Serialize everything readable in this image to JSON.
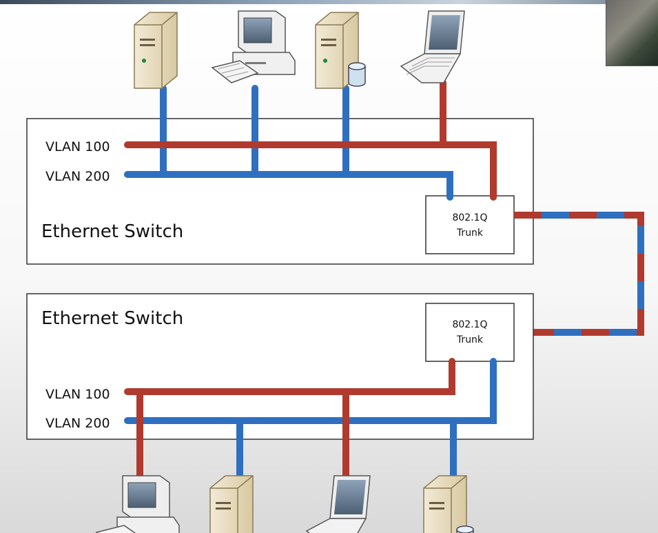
{
  "colors": {
    "vlan100": "#b03a2e",
    "vlan200": "#2f6fbf",
    "switch_border": "#333333",
    "tower": "#e9dfc6",
    "tower_shade": "#c8b893"
  },
  "top_switch": {
    "name": "Ethernet Switch",
    "vlan100_label": "VLAN 100",
    "vlan200_label": "VLAN 200",
    "trunk_label_line1": "802.1Q",
    "trunk_label_line2": "Trunk"
  },
  "bottom_switch": {
    "name": "Ethernet Switch",
    "vlan100_label": "VLAN 100",
    "vlan200_label": "VLAN 200",
    "trunk_label_line1": "802.1Q",
    "trunk_label_line2": "Trunk"
  },
  "devices_top": [
    {
      "icon": "server-tower-icon",
      "vlan": "200"
    },
    {
      "icon": "desktop-computer-icon",
      "vlan": "200"
    },
    {
      "icon": "database-server-icon",
      "vlan": "200"
    },
    {
      "icon": "laptop-icon",
      "vlan": "100"
    }
  ],
  "devices_bottom": [
    {
      "icon": "desktop-computer-icon",
      "vlan": "100"
    },
    {
      "icon": "server-tower-icon",
      "vlan": "200"
    },
    {
      "icon": "laptop-icon",
      "vlan": "100"
    },
    {
      "icon": "database-server-icon",
      "vlan": "200"
    }
  ]
}
